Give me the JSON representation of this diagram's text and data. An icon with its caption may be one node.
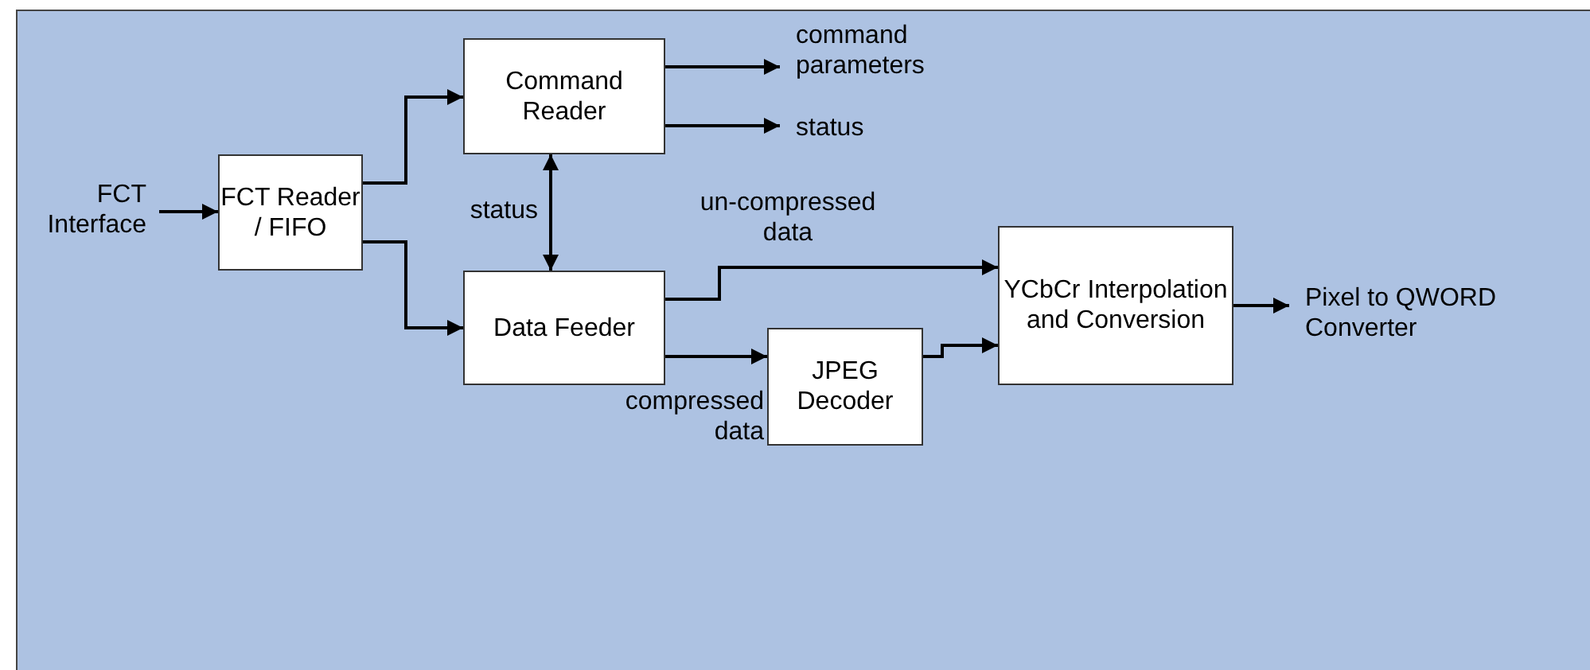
{
  "diagram": {
    "nodes": [
      {
        "text": [
          "FCT Interface"
        ]
      },
      {
        "text": [
          "FCT Reader / FIFO"
        ]
      },
      {
        "text": [
          "Command Reader"
        ]
      },
      {
        "text": [
          "Data Feeder"
        ]
      },
      {
        "text": [
          "JPEG Decoder"
        ]
      },
      {
        "text": [
          "YCbCr Interpolation and Conversion"
        ]
      },
      {
        "text": [
          "command parameters"
        ]
      },
      {
        "text": [
          "status"
        ]
      },
      {
        "text": [
          "Pixel to QWORD Converter"
        ]
      }
    ],
    "edges": [
      {
        "from": 0,
        "to": 1,
        "arrow": "to"
      },
      {
        "from": 1,
        "to": 2,
        "arrow": "to"
      },
      {
        "from": 1,
        "to": 3,
        "arrow": "to"
      },
      {
        "from": 2,
        "to": 6,
        "arrow": "to"
      },
      {
        "from": 2,
        "to": 7,
        "arrow": "to"
      },
      {
        "from": 2,
        "to": 3,
        "arrow": "both",
        "label": "status"
      },
      {
        "from": 3,
        "to": 5,
        "arrow": "to",
        "label": "un-compressed data"
      },
      {
        "from": 3,
        "to": 4,
        "arrow": "to",
        "label": "compressed data"
      },
      {
        "from": 4,
        "to": 5,
        "arrow": "to"
      },
      {
        "from": 5,
        "to": 8,
        "arrow": "to"
      }
    ]
  }
}
